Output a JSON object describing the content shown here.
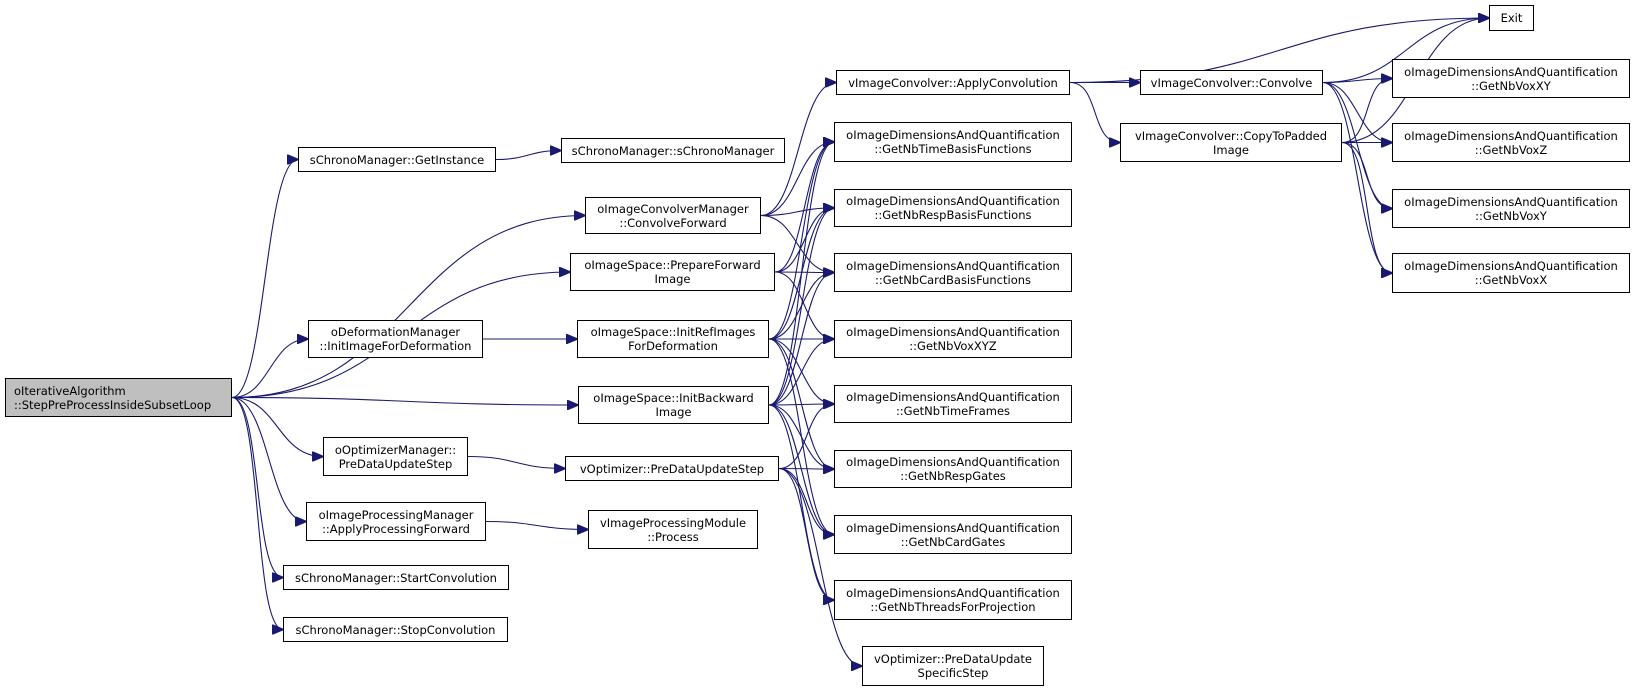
{
  "graph": {
    "edge_color": "#191970",
    "root_fill": "#bfbfbf",
    "nodes": {
      "root": [
        "oIterativeAlgorithm",
        "::StepPreProcessInsideSubsetLoop"
      ],
      "chrono_getinstance": [
        "sChronoManager::GetInstance"
      ],
      "chrono_ctor": [
        "sChronoManager::sChronoManager"
      ],
      "convolver_mgr_forward": [
        "oImageConvolverManager",
        "::ConvolveForward"
      ],
      "space_prepare_forward": [
        "oImageSpace::PrepareForward",
        "Image"
      ],
      "deform_mgr_init": [
        "oDeformationManager",
        "::InitImageForDeformation"
      ],
      "space_init_ref": [
        "oImageSpace::InitRefImages",
        "ForDeformation"
      ],
      "space_init_backward": [
        "oImageSpace::InitBackward",
        "Image"
      ],
      "optim_mgr_predata": [
        "oOptimizerManager::",
        "PreDataUpdateStep"
      ],
      "voptim_predata": [
        "vOptimizer::PreDataUpdateStep"
      ],
      "proc_mgr_forward": [
        "oImageProcessingManager",
        "::ApplyProcessingForward"
      ],
      "proc_module_process": [
        "vImageProcessingModule",
        "::Process"
      ],
      "chrono_start": [
        "sChronoManager::StartConvolution"
      ],
      "chrono_stop": [
        "sChronoManager::StopConvolution"
      ],
      "vconv_apply": [
        "vImageConvolver::ApplyConvolution"
      ],
      "vconv_convolve": [
        "vImageConvolver::Convolve"
      ],
      "vconv_copy_padded": [
        "vImageConvolver::CopyToPadded",
        "Image"
      ],
      "exit": [
        "Exit"
      ],
      "dim_time_basis": [
        "oImageDimensionsAndQuantification",
        "::GetNbTimeBasisFunctions"
      ],
      "dim_resp_basis": [
        "oImageDimensionsAndQuantification",
        "::GetNbRespBasisFunctions"
      ],
      "dim_card_basis": [
        "oImageDimensionsAndQuantification",
        "::GetNbCardBasisFunctions"
      ],
      "dim_voxxyz": [
        "oImageDimensionsAndQuantification",
        "::GetNbVoxXYZ"
      ],
      "dim_time_frames": [
        "oImageDimensionsAndQuantification",
        "::GetNbTimeFrames"
      ],
      "dim_resp_gates": [
        "oImageDimensionsAndQuantification",
        "::GetNbRespGates"
      ],
      "dim_card_gates": [
        "oImageDimensionsAndQuantification",
        "::GetNbCardGates"
      ],
      "dim_threads_proj": [
        "oImageDimensionsAndQuantification",
        "::GetNbThreadsForProjection"
      ],
      "voptim_specific": [
        "vOptimizer::PreDataUpdate",
        "SpecificStep"
      ],
      "dim_voxxy": [
        "oImageDimensionsAndQuantification",
        "::GetNbVoxXY"
      ],
      "dim_voxz": [
        "oImageDimensionsAndQuantification",
        "::GetNbVoxZ"
      ],
      "dim_voxy": [
        "oImageDimensionsAndQuantification",
        "::GetNbVoxY"
      ],
      "dim_voxx": [
        "oImageDimensionsAndQuantification",
        "::GetNbVoxX"
      ]
    },
    "edges": [
      [
        "root",
        "chrono_getinstance"
      ],
      [
        "root",
        "convolver_mgr_forward"
      ],
      [
        "root",
        "space_prepare_forward"
      ],
      [
        "root",
        "deform_mgr_init"
      ],
      [
        "root",
        "space_init_backward"
      ],
      [
        "root",
        "optim_mgr_predata"
      ],
      [
        "root",
        "proc_mgr_forward"
      ],
      [
        "root",
        "chrono_start"
      ],
      [
        "root",
        "chrono_stop"
      ],
      [
        "chrono_getinstance",
        "chrono_ctor"
      ],
      [
        "deform_mgr_init",
        "space_init_ref"
      ],
      [
        "optim_mgr_predata",
        "voptim_predata"
      ],
      [
        "proc_mgr_forward",
        "proc_module_process"
      ],
      [
        "convolver_mgr_forward",
        "vconv_apply"
      ],
      [
        "convolver_mgr_forward",
        "dim_time_basis"
      ],
      [
        "convolver_mgr_forward",
        "dim_resp_basis"
      ],
      [
        "convolver_mgr_forward",
        "dim_card_basis"
      ],
      [
        "space_prepare_forward",
        "dim_time_basis"
      ],
      [
        "space_prepare_forward",
        "dim_resp_basis"
      ],
      [
        "space_prepare_forward",
        "dim_card_basis"
      ],
      [
        "space_prepare_forward",
        "dim_voxxyz"
      ],
      [
        "space_init_ref",
        "dim_time_basis"
      ],
      [
        "space_init_ref",
        "dim_resp_basis"
      ],
      [
        "space_init_ref",
        "dim_card_basis"
      ],
      [
        "space_init_ref",
        "dim_voxxyz"
      ],
      [
        "space_init_ref",
        "dim_time_frames"
      ],
      [
        "space_init_ref",
        "dim_resp_gates"
      ],
      [
        "space_init_ref",
        "dim_card_gates"
      ],
      [
        "space_init_backward",
        "dim_time_basis"
      ],
      [
        "space_init_backward",
        "dim_resp_basis"
      ],
      [
        "space_init_backward",
        "dim_card_basis"
      ],
      [
        "space_init_backward",
        "dim_voxxyz"
      ],
      [
        "space_init_backward",
        "dim_time_frames"
      ],
      [
        "space_init_backward",
        "dim_resp_gates"
      ],
      [
        "space_init_backward",
        "dim_card_gates"
      ],
      [
        "space_init_backward",
        "dim_threads_proj"
      ],
      [
        "voptim_predata",
        "dim_time_frames"
      ],
      [
        "voptim_predata",
        "dim_resp_gates"
      ],
      [
        "voptim_predata",
        "dim_card_gates"
      ],
      [
        "voptim_predata",
        "dim_threads_proj"
      ],
      [
        "voptim_predata",
        "voptim_specific"
      ],
      [
        "vconv_apply",
        "exit"
      ],
      [
        "vconv_apply",
        "vconv_convolve"
      ],
      [
        "vconv_apply",
        "vconv_copy_padded"
      ],
      [
        "vconv_convolve",
        "exit"
      ],
      [
        "vconv_convolve",
        "dim_voxxy"
      ],
      [
        "vconv_convolve",
        "dim_voxz"
      ],
      [
        "vconv_convolve",
        "dim_voxy"
      ],
      [
        "vconv_convolve",
        "dim_voxx"
      ],
      [
        "vconv_copy_padded",
        "exit"
      ],
      [
        "vconv_copy_padded",
        "dim_voxxy"
      ],
      [
        "vconv_copy_padded",
        "dim_voxz"
      ],
      [
        "vconv_copy_padded",
        "dim_voxy"
      ],
      [
        "vconv_copy_padded",
        "dim_voxx"
      ]
    ]
  }
}
